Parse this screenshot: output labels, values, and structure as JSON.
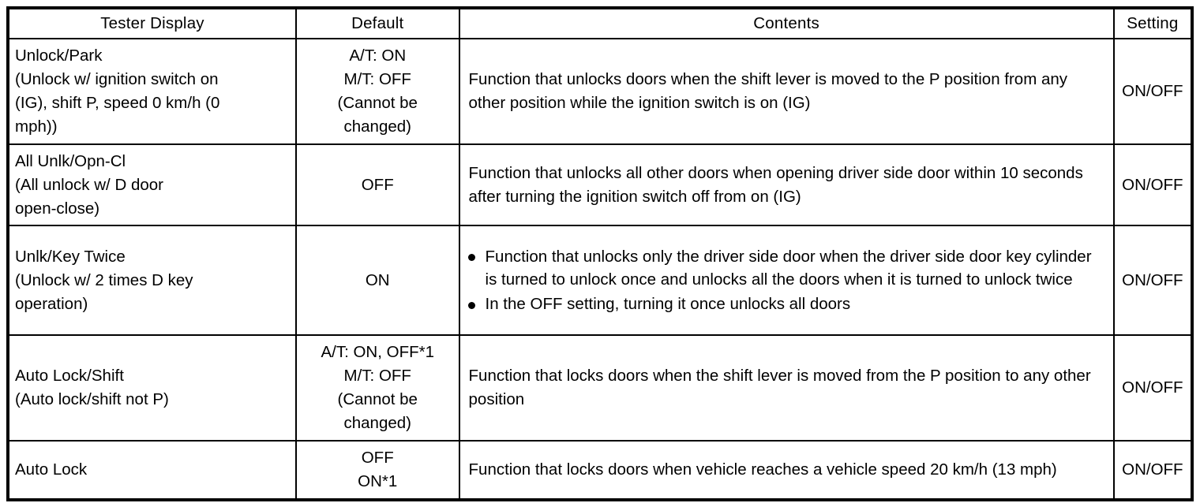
{
  "table": {
    "headers": [
      {
        "label": "Tester Display",
        "key": "tester"
      },
      {
        "label": "Default",
        "key": "default"
      },
      {
        "label": "Contents",
        "key": "contents"
      },
      {
        "label": "Setting",
        "key": "setting"
      }
    ],
    "rows": [
      {
        "tester_lines": [
          "Unlock/Park",
          "(Unlock w/ ignition switch on",
          "(IG), shift P, speed 0 km/h (0",
          "mph))"
        ],
        "tester_text": "Unlock/Park (Unlock w/ ignition switch on (IG), shift P, speed 0 km/h (0 mph))",
        "default_lines": [
          "A/T: ON",
          "M/T: OFF",
          "(Cannot be",
          "changed)"
        ],
        "default_text": "A/T: ON M/T: OFF (Cannot be changed)",
        "contents_text": "Function that unlocks doors when the shift lever is moved to the P position from any other position while the ignition switch is on (IG)",
        "contents_bullets": [],
        "setting": "ON/OFF"
      },
      {
        "tester_lines": [
          "All Unlk/Opn-Cl",
          "(All unlock w/ D door",
          "open-close)"
        ],
        "tester_text": "All Unlk/Opn-Cl (All unlock w/ D door open-close)",
        "default_lines": [
          "OFF"
        ],
        "default_text": "OFF",
        "contents_text": "Function that unlocks all other doors when opening driver side door within 10 seconds after turning the ignition switch off from on (IG)",
        "contents_bullets": [],
        "setting": "ON/OFF"
      },
      {
        "tester_lines": [
          "Unlk/Key Twice",
          "(Unlock w/ 2 times D key",
          "operation)"
        ],
        "tester_text": "Unlk/Key Twice (Unlock w/ 2 times D key operation)",
        "default_lines": [
          "ON"
        ],
        "default_text": "ON",
        "contents_text": "",
        "contents_bullets": [
          "Function that unlocks only the driver side door when the driver side door key cylinder is turned to unlock once and unlocks all the doors when it is turned to unlock twice",
          "In the OFF setting, turning it once unlocks all doors"
        ],
        "setting": "ON/OFF"
      },
      {
        "tester_lines": [
          "Auto Lock/Shift",
          "(Auto lock/shift not P)"
        ],
        "tester_text": "Auto Lock/Shift (Auto lock/shift not P)",
        "default_lines": [
          "A/T: ON, OFF*1",
          "M/T: OFF",
          "(Cannot be",
          "changed)"
        ],
        "default_text": "A/T: ON, OFF*1 M/T: OFF (Cannot be changed)",
        "contents_text": "Function that locks doors when the shift lever is moved from the P position to any other position",
        "contents_bullets": [],
        "setting": "ON/OFF"
      },
      {
        "tester_lines": [
          "Auto Lock"
        ],
        "tester_text": "Auto Lock",
        "default_lines": [
          "OFF",
          "ON*1"
        ],
        "default_text": "OFF ON*1",
        "contents_text": "Function that locks doors when vehicle reaches a vehicle speed 20 km/h (13 mph)",
        "contents_bullets": [],
        "setting": "ON/OFF"
      }
    ]
  },
  "colors": {
    "border": "#000000",
    "background": "#ffffff",
    "text": "#000000"
  }
}
